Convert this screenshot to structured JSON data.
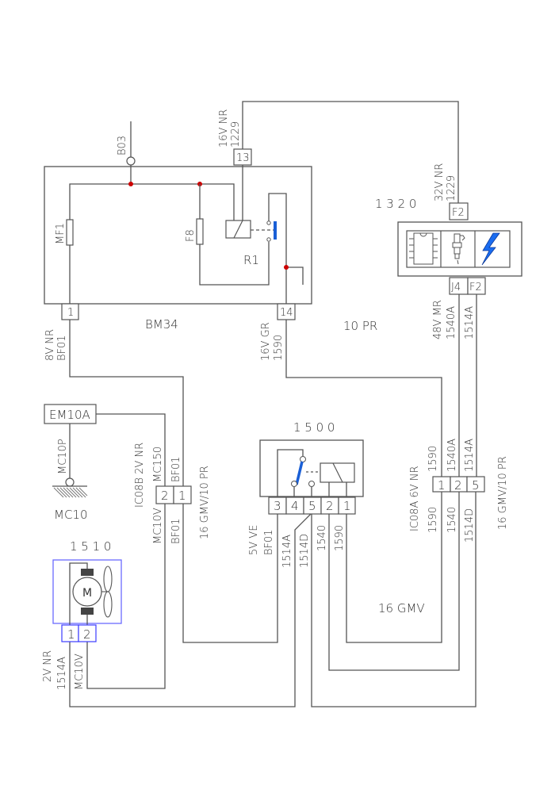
{
  "components": {
    "bm34": {
      "label": "BM34",
      "fuse_mf1": "MF1",
      "fuse_f8": "F8",
      "relay": "R1",
      "pin_13": "13",
      "pin_1": "1",
      "pin_14": "14"
    },
    "b03": {
      "label": "B03"
    },
    "ecu_1320": {
      "label": "1 3 2 0",
      "pin_top": "F2",
      "pin_j4": "J4",
      "pin_f2": "F2"
    },
    "relay_1500": {
      "label": "1 5 0 0",
      "pins": [
        "3",
        "4",
        "5",
        "2",
        "1"
      ]
    },
    "fan_1510": {
      "label": "1 5 1 0",
      "motor_letter": "M",
      "pins": [
        "1",
        "2"
      ]
    },
    "em10a": {
      "label": "EM10A"
    },
    "ground": {
      "wire": "MC10P",
      "label": "MC10"
    },
    "ic08b": {
      "pins": [
        "2",
        "1"
      ]
    },
    "ic08a": {
      "pins": [
        "1",
        "2",
        "5"
      ]
    }
  },
  "wire_labels": {
    "w1229_top": [
      "16V NR",
      "1229"
    ],
    "w1229_ecu": [
      "32V NR",
      "1229"
    ],
    "w_bm34_pin1": [
      "8V NR",
      "BF01"
    ],
    "w_bm34_pin14": [
      "16V GR",
      "1590"
    ],
    "ecu_bottom": [
      "48V MR",
      "1540A",
      "1514A"
    ],
    "ic08b_head": "IC08B 2V NR",
    "ic08b_top": [
      "MC150",
      "BF01"
    ],
    "ic08b_bottom": [
      "MC10V",
      "BF01"
    ],
    "harness_16gmv10pr_left": "16 GMV/10 PR",
    "harness_10pr": "10 PR",
    "relay_1500_left": [
      "5V VE",
      "BF01"
    ],
    "relay_1500_bottom": [
      "1514A",
      "1514D",
      "1540",
      "1590"
    ],
    "ic08a_head": "IC08A 6V NR",
    "ic08a_top": [
      "1590",
      "1540A",
      "1514A"
    ],
    "ic08a_bottom": [
      "1590",
      "1540",
      "1514D"
    ],
    "harness_16gmv10pr_right": "16 GMV/10 PR",
    "harness_16gmv": "16 GMV",
    "fan_bottom": [
      "2V NR",
      "1514A",
      "MC10V"
    ]
  },
  "colors": {
    "wire": "#555555",
    "junction": "#cc0000",
    "switch_contact": "#1a5fd6",
    "fan_box": "#6b6bff",
    "lightning": "#1a6cf0"
  }
}
